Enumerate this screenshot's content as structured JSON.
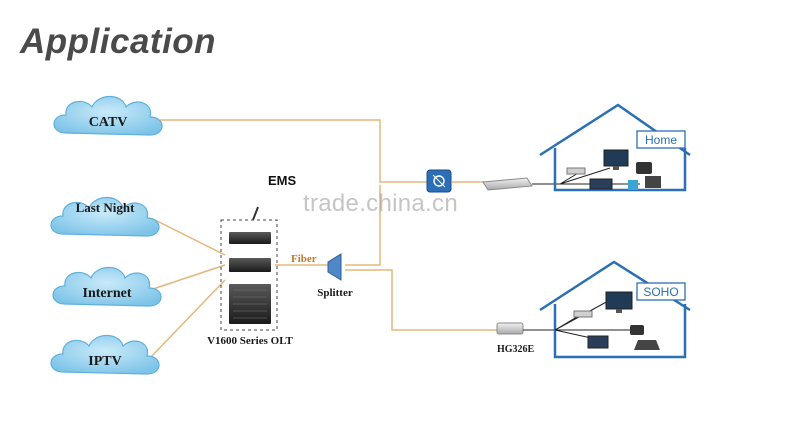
{
  "title": "Application",
  "colors": {
    "cloud_fill": "#9fd3ee",
    "cloud_stroke": "#5fb0dc",
    "link_line": "#e3b77a",
    "house_line": "#2c6fb4",
    "fiber_label": "#c07a2b",
    "title_text": "#4a4a4a"
  },
  "clouds": {
    "catv": "CATV",
    "partial": "Last Night",
    "internet": "Internet",
    "iptv": "IPTV"
  },
  "center": {
    "ems_label": "EMS",
    "olt_label": "V1600 Series OLT",
    "fiber_label": "Fiber",
    "splitter_label": "Splitter"
  },
  "home": {
    "label": "Home"
  },
  "soho": {
    "label": "SOHO",
    "ont_label": "HG326E"
  },
  "watermark": "trade.china.cn",
  "icons": [
    "cloud-icon",
    "server-icon",
    "splitter-icon",
    "optical-combiner-icon",
    "ont-router-icon",
    "monitor-icon",
    "phone-icon",
    "laptop-icon",
    "tv-icon"
  ]
}
